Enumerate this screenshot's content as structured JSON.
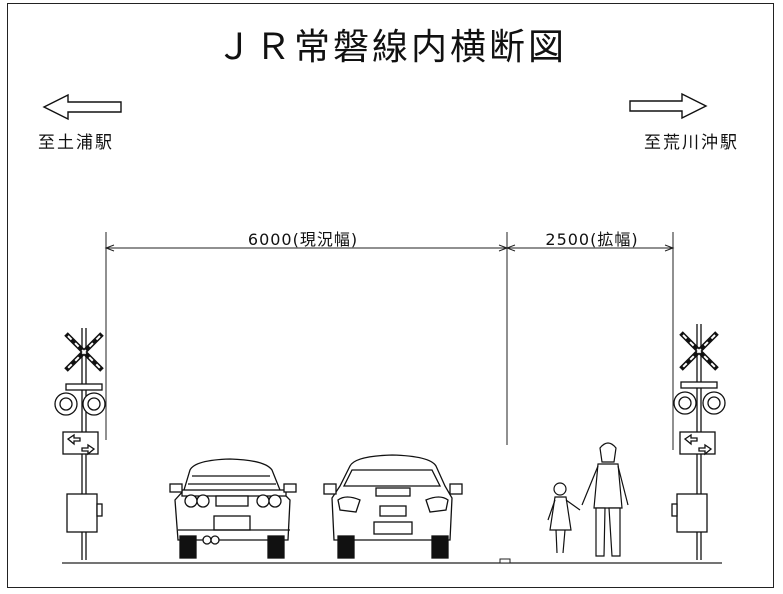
{
  "title": "ＪＲ常磐線内横断図",
  "destinations": {
    "left": "至土浦駅",
    "right": "至荒川沖駅"
  },
  "dimensions": {
    "current": "6000(現況幅)",
    "widen": "2500(拡幅)"
  }
}
